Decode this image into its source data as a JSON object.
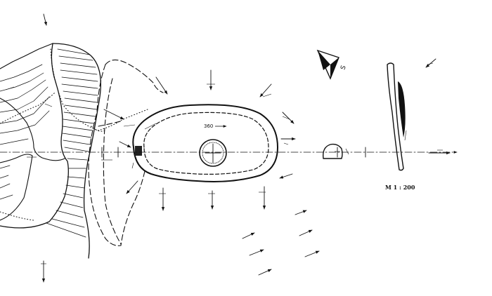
{
  "drawing": {
    "dimension_label": "360",
    "scale_label": "M 1 : 200",
    "north_arrow_letter": "S",
    "ink_color": "#111111",
    "paper_color": "#ffffff"
  }
}
